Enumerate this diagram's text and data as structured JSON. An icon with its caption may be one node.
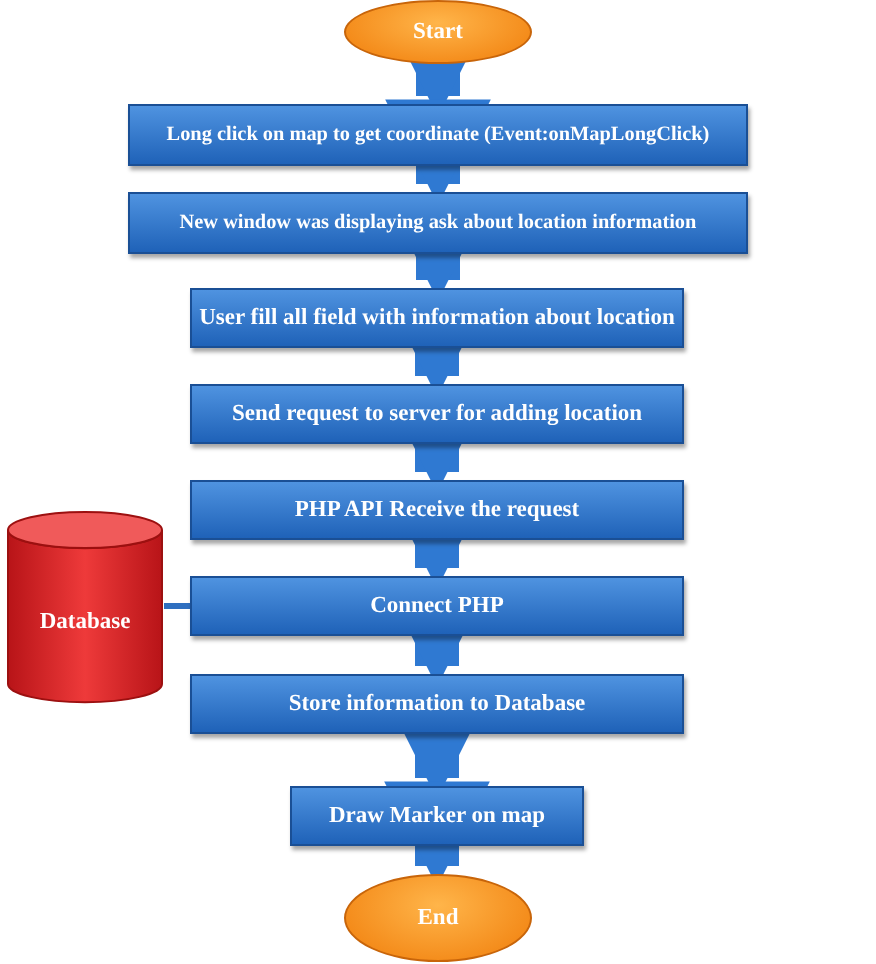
{
  "diagram": {
    "nodes": [
      {
        "text": [
          "Start"
        ]
      },
      {
        "text": [
          "Long click on map to get coordinate (Event:onMapLongClick)"
        ]
      },
      {
        "text": [
          "New window was displaying ask about location information"
        ]
      },
      {
        "text": [
          "User fill all field with information about location"
        ]
      },
      {
        "text": [
          "Send request to server for adding location"
        ]
      },
      {
        "text": [
          "PHP API Receive the request"
        ]
      },
      {
        "text": [
          "Connect PHP"
        ]
      },
      {
        "text": [
          "Store information to Database"
        ]
      },
      {
        "text": [
          "Draw Marker on map"
        ]
      },
      {
        "text": [
          "End"
        ]
      },
      {
        "text": [
          "Database"
        ]
      }
    ],
    "edges": [
      {
        "from": 0,
        "to": 1,
        "arrow": "to"
      },
      {
        "from": 1,
        "to": 2,
        "arrow": "to"
      },
      {
        "from": 2,
        "to": 3,
        "arrow": "to"
      },
      {
        "from": 3,
        "to": 4,
        "arrow": "to"
      },
      {
        "from": 4,
        "to": 5,
        "arrow": "to"
      },
      {
        "from": 5,
        "to": 6,
        "arrow": "to"
      },
      {
        "from": 6,
        "to": 7,
        "arrow": "to"
      },
      {
        "from": 7,
        "to": 8,
        "arrow": "to"
      },
      {
        "from": 8,
        "to": 9,
        "arrow": "to"
      },
      {
        "from": 10,
        "to": 6,
        "arrow": "none"
      }
    ]
  }
}
